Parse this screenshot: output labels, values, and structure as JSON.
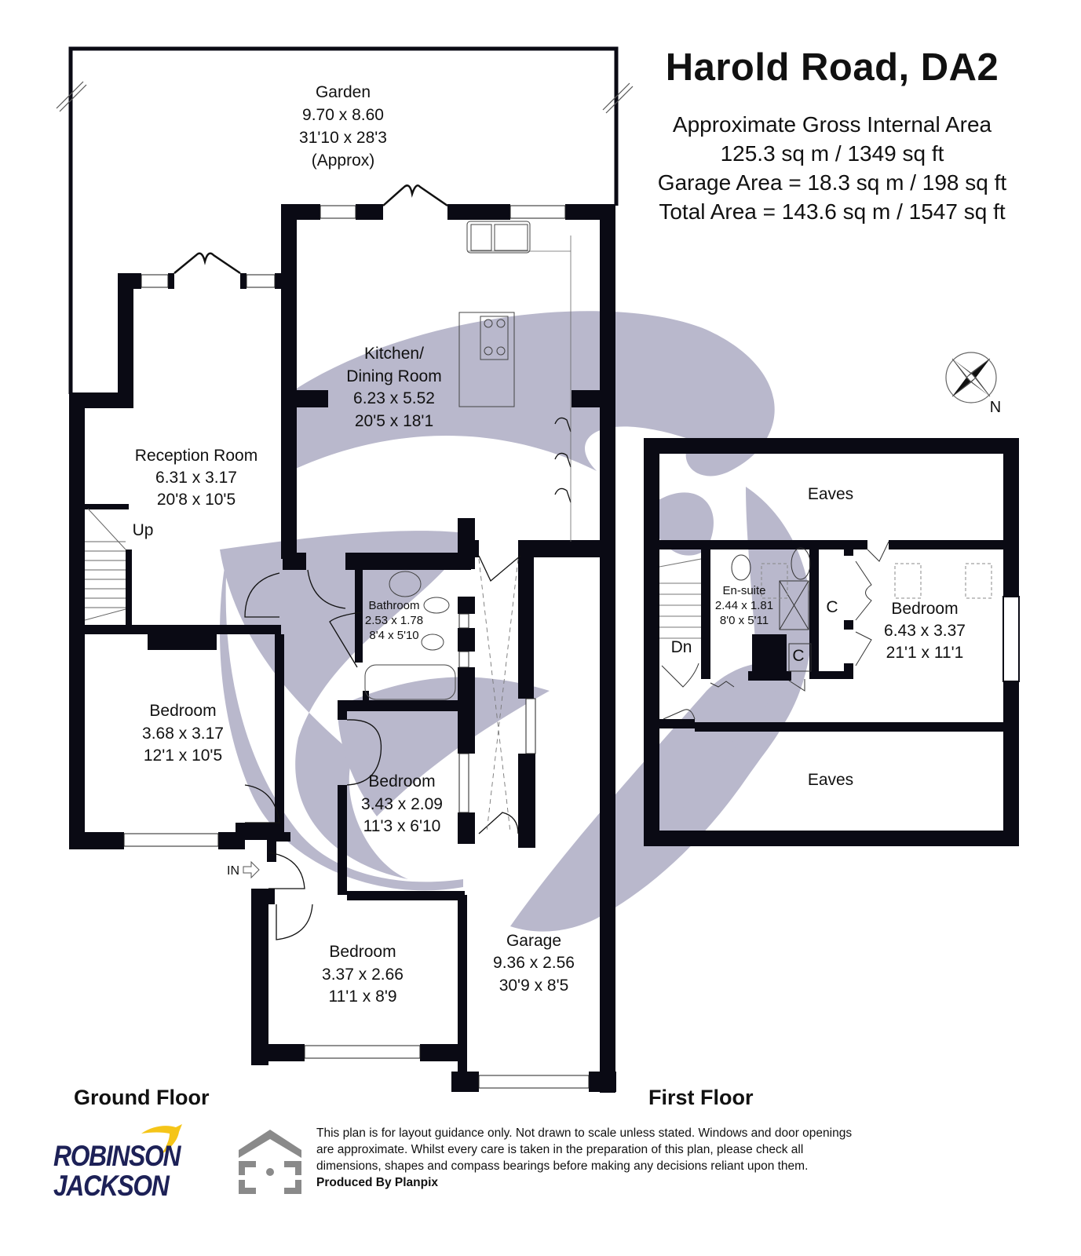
{
  "header": {
    "title": "Harold Road, DA2",
    "area_heading": "Approximate Gross Internal Area",
    "internal_area": "125.3 sq m / 1349 sq ft",
    "garage_area": "Garage Area = 18.3 sq m / 198 sq ft",
    "total_area": "Total Area = 143.6 sq m / 1547 sq ft"
  },
  "compass": {
    "label": "N"
  },
  "ground_floor": {
    "label": "Ground Floor",
    "entrance_label": "IN",
    "stairs_label": "Up",
    "rooms": {
      "garden": {
        "name": "Garden",
        "metric": "9.70 x 8.60",
        "imperial": "31'10 x 28'3",
        "note": "(Approx)"
      },
      "kitchen": {
        "name_line1": "Kitchen/",
        "name_line2": "Dining Room",
        "metric": "6.23 x 5.52",
        "imperial": "20'5 x 18'1"
      },
      "reception": {
        "name": "Reception Room",
        "metric": "6.31 x 3.17",
        "imperial": "20'8 x 10'5"
      },
      "bathroom": {
        "name": "Bathroom",
        "metric": "2.53 x 1.78",
        "imperial": "8'4 x 5'10"
      },
      "bedroom_front_left": {
        "name": "Bedroom",
        "metric": "3.68 x 3.17",
        "imperial": "12'1 x 10'5"
      },
      "bedroom_middle": {
        "name": "Bedroom",
        "metric": "3.43 x 2.09",
        "imperial": "11'3 x 6'10"
      },
      "bedroom_front": {
        "name": "Bedroom",
        "metric": "3.37 x 2.66",
        "imperial": "11'1 x 8'9"
      },
      "garage": {
        "name": "Garage",
        "metric": "9.36 x 2.56",
        "imperial": "30'9 x 8'5"
      }
    }
  },
  "first_floor": {
    "label": "First Floor",
    "stairs_label": "Dn",
    "rooms": {
      "eaves_top": {
        "name": "Eaves"
      },
      "eaves_bottom": {
        "name": "Eaves"
      },
      "ensuite": {
        "name": "En-suite",
        "metric": "2.44 x 1.81",
        "imperial": "8'0 x 5'11"
      },
      "bedroom": {
        "name": "Bedroom",
        "metric": "6.43 x 3.37",
        "imperial": "21'1 x 11'1"
      },
      "cupboard_1": {
        "name": "C"
      },
      "cupboard_2": {
        "name": "C"
      }
    }
  },
  "footer": {
    "agent_logo_line1": "ROBINSON",
    "agent_logo_line2": "JACKSON",
    "disclaimer_line1": "This plan is for layout guidance only. Not drawn to scale unless stated. Windows and door openings",
    "disclaimer_line2": "are approximate. Whilst every care is taken in the preparation of this plan, please check all",
    "disclaimer_line3": "dimensions, shapes and compass bearings before making any decisions reliant upon them.",
    "produced_by": "Produced By Planpix"
  },
  "colors": {
    "wall": "#0a0a14",
    "watermark": "#b9b8cc",
    "logo_navy": "#1d2157",
    "logo_yellow": "#f5c518",
    "planpix_grey": "#8a8a8a"
  }
}
